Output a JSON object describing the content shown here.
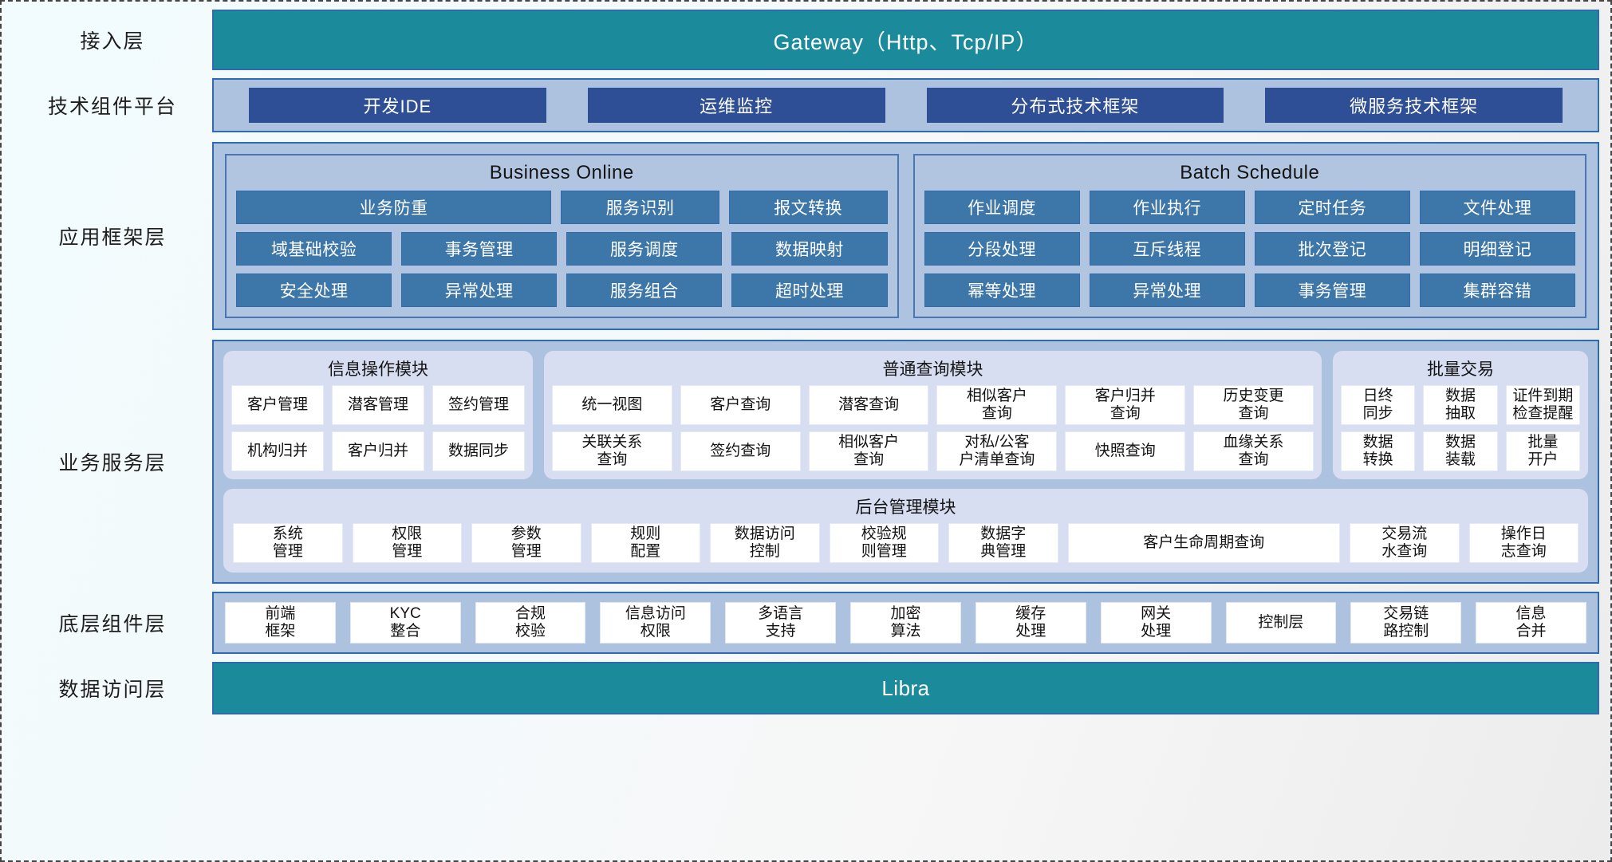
{
  "layers": [
    {
      "label": "接入层"
    },
    {
      "label": "技术组件平台"
    },
    {
      "label": "应用框架层"
    },
    {
      "label": "业务服务层"
    },
    {
      "label": "底层组件层"
    },
    {
      "label": "数据访问层"
    }
  ],
  "access_layer": {
    "label": "接入层",
    "gateway": "Gateway（Http、Tcp/IP）"
  },
  "tech_platform": {
    "label": "技术组件平台",
    "chips": [
      "开发IDE",
      "运维监控",
      "分布式技术框架",
      "微服务技术框架"
    ]
  },
  "app_framework": {
    "label": "应用框架层",
    "groups": [
      {
        "title": "Business Online",
        "rows": [
          [
            "业务防重",
            "服务识别",
            "报文转换"
          ],
          [
            "域基础校验",
            "事务管理",
            "服务调度",
            "数据映射"
          ],
          [
            "安全处理",
            "异常处理",
            "服务组合",
            "超时处理"
          ]
        ]
      },
      {
        "title": "Batch Schedule",
        "rows": [
          [
            "作业调度",
            "作业执行",
            "定时任务",
            "文件处理"
          ],
          [
            "分段处理",
            "互斥线程",
            "批次登记",
            "明细登记"
          ],
          [
            "幂等处理",
            "异常处理",
            "事务管理",
            "集群容错"
          ]
        ]
      }
    ]
  },
  "business_service": {
    "label": "业务服务层",
    "modules": [
      {
        "title": "信息操作模块",
        "rows": [
          [
            "客户管理",
            "潜客管理",
            "签约管理"
          ],
          [
            "机构归并",
            "客户归并",
            "数据同步"
          ]
        ]
      },
      {
        "title": "普通查询模块",
        "rows": [
          [
            "统一视图",
            "客户查询",
            "潜客查询",
            "相似客户\n查询",
            "客户归并\n查询",
            "历史变更\n查询"
          ],
          [
            "关联关系\n查询",
            "签约查询",
            "相似客户\n查询",
            "对私/公客\n户清单查询",
            "快照查询",
            "血缘关系\n查询"
          ]
        ]
      },
      {
        "title": "批量交易",
        "rows": [
          [
            "日终\n同步",
            "数据\n抽取",
            "证件到期\n检查提醒"
          ],
          [
            "数据\n转换",
            "数据\n装载",
            "批量\n开户"
          ]
        ]
      }
    ],
    "backend_module": {
      "title": "后台管理模块",
      "cells": [
        {
          "text": "系统\n管理",
          "wide": false
        },
        {
          "text": "权限\n管理",
          "wide": false
        },
        {
          "text": "参数\n管理",
          "wide": false
        },
        {
          "text": "规则\n配置",
          "wide": false
        },
        {
          "text": "数据访问\n控制",
          "wide": false
        },
        {
          "text": "校验规\n则管理",
          "wide": false
        },
        {
          "text": "数据字\n典管理",
          "wide": false
        },
        {
          "text": "客户生命周期查询",
          "wide": true
        },
        {
          "text": "交易流\n水查询",
          "wide": false
        },
        {
          "text": "操作日\n志查询",
          "wide": false
        }
      ]
    }
  },
  "base_components": {
    "label": "底层组件层",
    "cells": [
      "前端\n框架",
      "KYC\n整合",
      "合规\n校验",
      "信息访问\n权限",
      "多语言\n支持",
      "加密\n算法",
      "缓存\n处理",
      "网关\n处理",
      "控制层",
      "交易链\n路控制",
      "信息\n合并"
    ]
  },
  "data_access": {
    "label": "数据访问层",
    "title": "Libra"
  },
  "colors": {
    "teal": "#1b8a9b",
    "dark_blue_chip": "#2e4f95",
    "band_blue": "#adc2de",
    "fw_cell": "#3d76a8",
    "module_bg": "#d7def2",
    "border_blue": "#2f6bb0"
  }
}
